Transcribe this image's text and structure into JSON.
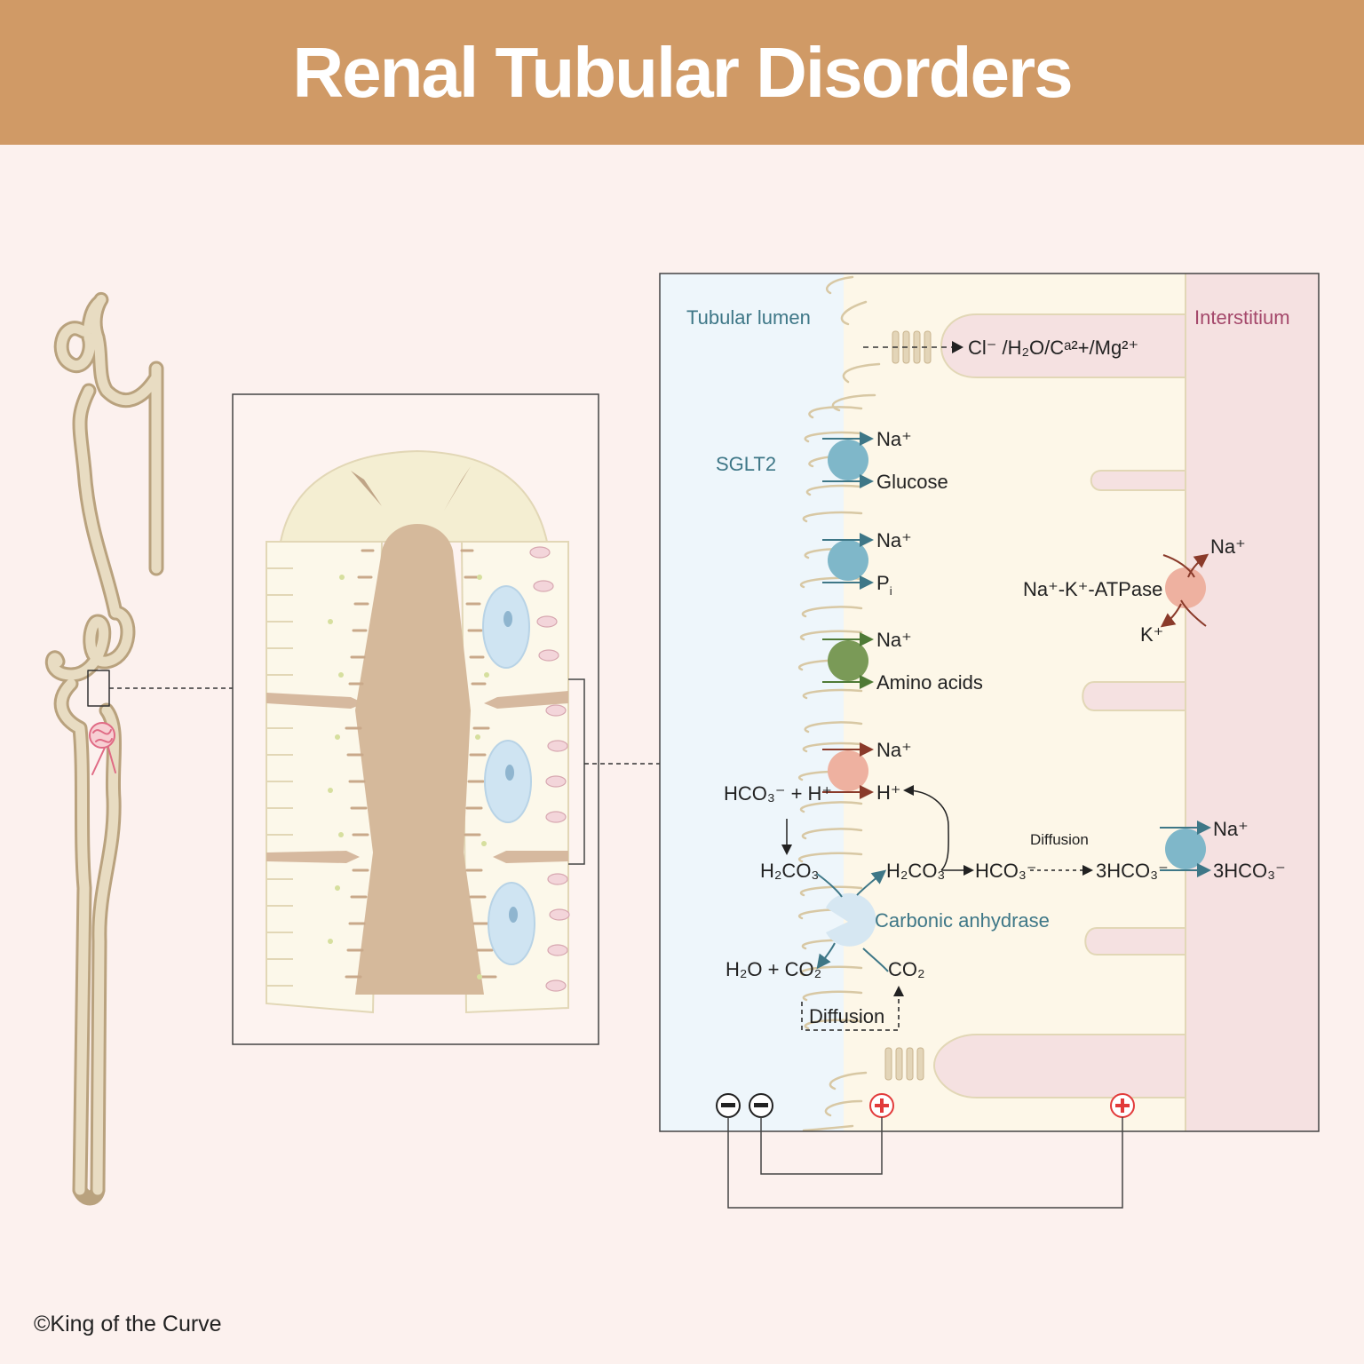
{
  "title": "Renal Tubular Disorders",
  "copyright": "©King of the Curve",
  "regions": {
    "lumen": "Tubular lumen",
    "interstitium": "Interstitium"
  },
  "labels": {
    "paracellular": "Cl⁻ /H₂O/Cᵃ²+/Mg²⁺",
    "sglt2": "SGLT2",
    "na": "Na⁺",
    "glucose": "Glucose",
    "pi_main": "P",
    "pi_sub": "i",
    "amino_acids": "Amino acids",
    "h_plus": "H⁺",
    "hco3_h": "HCO₃⁻ + H⁺",
    "h2co3_lumen": "H₂CO₃",
    "h2co3_cell": "H₂CO₃",
    "hco3_cell": "HCO₃⁻",
    "three_hco3_cell": "3HCO₃⁻",
    "three_hco3_out": "3HCO₃⁻",
    "h2o_co2": "H₂O + CO₂",
    "co2": "CO₂",
    "carbonic_anhydrase": "Carbonic anhydrase",
    "diffusion_small": "Diffusion",
    "diffusion_large": "Diffusion",
    "atpase": "Na⁺-K⁺-ATPase",
    "atpase_na": "Na⁺",
    "atpase_k": "K⁺",
    "basolateral_na": "Na⁺"
  },
  "colors": {
    "banner": "#d09a66",
    "background": "#fcf1ee",
    "lumen": "#eef6fb",
    "cell": "#fdf7e8",
    "interstitium": "#f5e1e1",
    "tubule": "#e3d5b8",
    "sglt_transporter": "#7fb7c9",
    "amino_transporter": "#7a9a57",
    "nhe_transporter": "#eeb1a0",
    "accent_red": "#e23a3a"
  }
}
